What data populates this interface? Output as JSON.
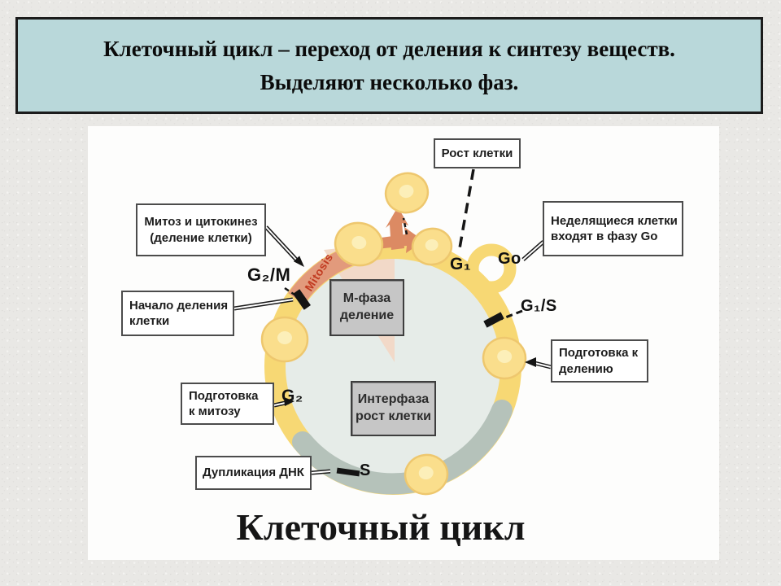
{
  "slide": {
    "title_line1": "Клеточный цикл – переход от деления к синтезу веществ.",
    "title_line2": "Выделяют несколько фаз.",
    "caption": "Клеточный цикл"
  },
  "diagram": {
    "arc_text": "Mitosis",
    "labels": {
      "rost_kletki": "Рост клетки",
      "mitoz_line1": "Митоз и цитокинез",
      "mitoz_line2": "(деление клетки)",
      "nedel_line1": "Неделящиеся клетки",
      "nedel_line2": "входят в фазу Go",
      "nachalo_line1": "Начало деления",
      "nachalo_line2": "клетки",
      "podg_del_line1": "Подготовка к",
      "podg_del_line2": "делению",
      "podg_mit_line1": "Подготовка",
      "podg_mit_line2": "к митозу",
      "duplikaciya": "Дупликация ДНК",
      "m_faza_line1": "М-фаза",
      "m_faza_line2": "деление",
      "interfaza_line1": "Интерфаза",
      "interfaza_line2": "рост клетки"
    },
    "markers": {
      "g2m": "G₂/M",
      "g1": "G₁",
      "go": "Go",
      "g1s": "G₁/S",
      "g2": "G₂",
      "s": "S"
    },
    "colors": {
      "title_bg": "#b9d8da",
      "ring_yellow": "#f7d874",
      "s_phase_gray": "#b5c2ba",
      "mitosis_salmon": "#e29a7c",
      "arrow_salmon": "#dc8a63",
      "cell_fill": "#fade8c",
      "circle_interior": "#e6ece8",
      "info_box_gray": "#c6c6c6",
      "mitosis_text": "#c13a20"
    }
  }
}
